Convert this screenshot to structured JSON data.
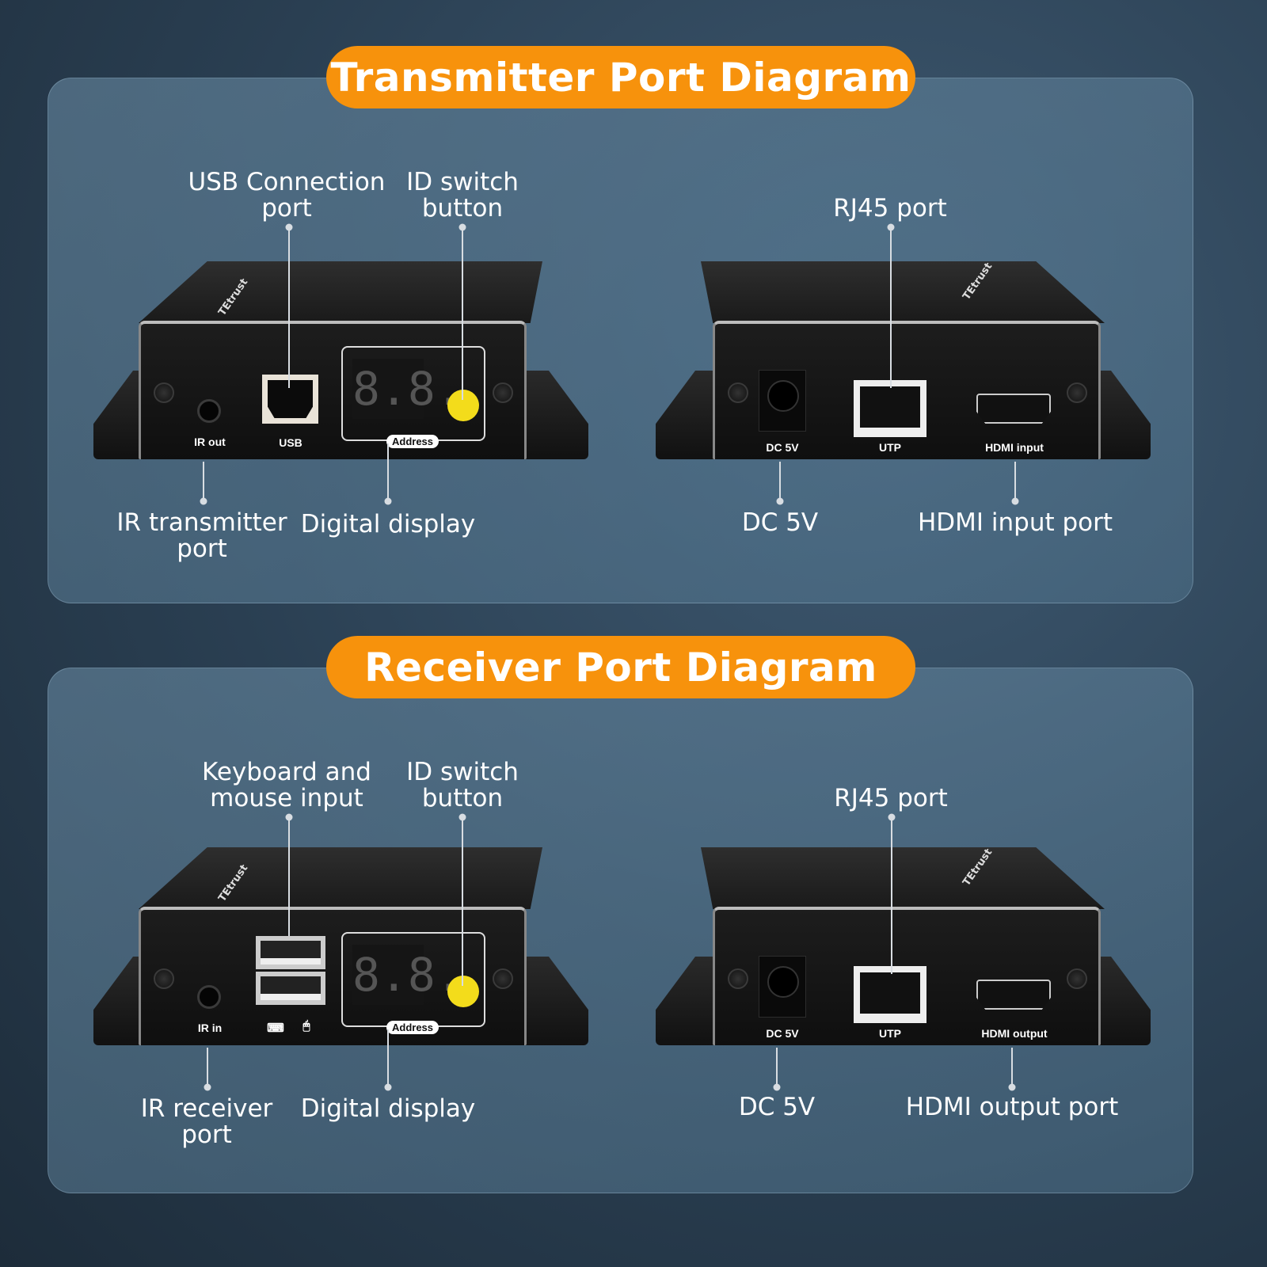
{
  "transmitter": {
    "title": "Transmitter Port Diagram",
    "callouts": {
      "usb": [
        "USB Connection",
        "port"
      ],
      "id_switch": [
        "ID switch",
        "button"
      ],
      "rj45": "RJ45 port",
      "ir": [
        "IR transmitter",
        "port"
      ],
      "display": "Digital display",
      "dc": "DC 5V",
      "hdmi": "HDMI input port"
    },
    "port_labels": {
      "ir": "IR out",
      "usb": "USB",
      "address": "Address",
      "dc": "DC 5V",
      "utp": "UTP",
      "hdmi": "HDMI input"
    },
    "display_value": "8.8."
  },
  "receiver": {
    "title": "Receiver Port Diagram",
    "callouts": {
      "usb": [
        "Keyboard and",
        "mouse input"
      ],
      "id_switch": [
        "ID switch",
        "button"
      ],
      "rj45": "RJ45 port",
      "ir": [
        "IR receiver",
        "port"
      ],
      "display": "Digital display",
      "dc": "DC 5V",
      "hdmi": "HDMI output port"
    },
    "port_labels": {
      "ir": "IR in",
      "address": "Address",
      "dc": "DC 5V",
      "utp": "UTP",
      "hdmi": "HDMI output"
    },
    "display_value": "8.8.",
    "icons": [
      "keyboard-icon",
      "mouse-icon"
    ]
  },
  "colors": {
    "accent": "#f7920c",
    "button": "#f3dc1b",
    "background": "#2a3f52"
  }
}
